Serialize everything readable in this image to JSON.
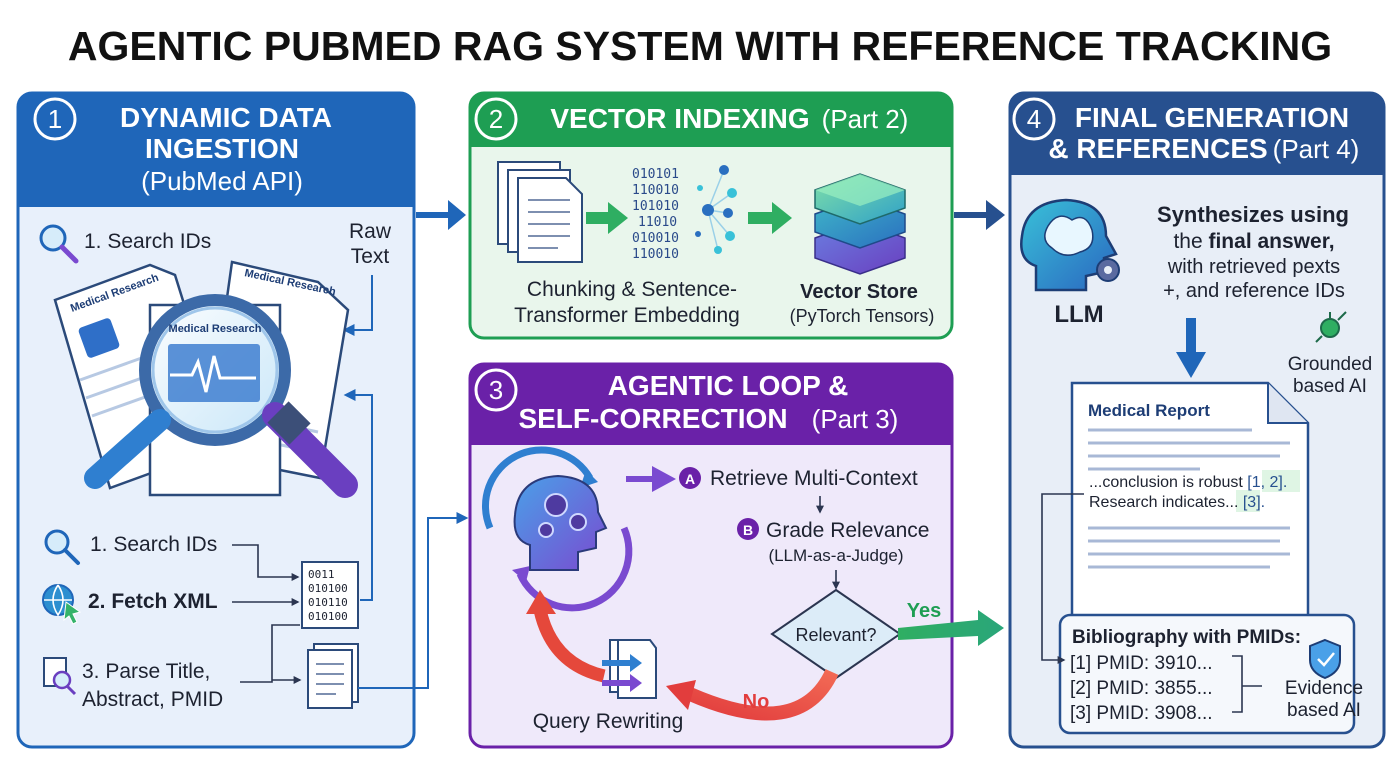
{
  "title": "AGENTIC PUBMED RAG SYSTEM WITH REFERENCE TRACKING",
  "colors": {
    "blue": "#1f66b9",
    "blue_light": "#e8f0fb",
    "green": "#1e9e53",
    "green_light": "#e9f6ec",
    "purple": "#6a21a8",
    "purple_light": "#efe9fa",
    "navy": "#27508f",
    "navy_light": "#e8eef7",
    "red_arrow": "#e5483b",
    "text_dark": "#1d2230"
  },
  "panel1": {
    "number": "1",
    "title_line1": "DYNAMIC DATA",
    "title_line2": "INGESTION",
    "subtitle": "(PubMed API)",
    "top_step": "1. Search IDs",
    "raw_text_line1": "Raw",
    "raw_text_line2": "Text",
    "doc_label": "Medical Research",
    "steps": {
      "search": "1. Search IDs",
      "fetch": "2. Fetch XML",
      "parse_line1": "3. Parse Title,",
      "parse_line2": "Abstract, PMID"
    },
    "xml_lines": [
      "0011",
      "010100",
      "010110",
      "010100"
    ]
  },
  "panel2": {
    "number": "2",
    "title": "VECTOR INDEXING",
    "title_part": "(Part 2)",
    "binary_lines": [
      "010101",
      "110010",
      "101010",
      "11010",
      "010010",
      "110010"
    ],
    "chunk_line1": "Chunking & Sentence-",
    "chunk_line2": "Transformer Embedding",
    "store_title": "Vector Store",
    "store_sub": "(PyTorch Tensors)"
  },
  "panel3": {
    "number": "3",
    "title_line1": "AGENTIC LOOP &",
    "title_line2": "SELF-CORRECTION",
    "title_part": "(Part 3)",
    "step_a_badge": "A",
    "step_a": "Retrieve Multi-Context",
    "step_b_badge": "B",
    "step_b": "Grade Relevance",
    "step_b_sub": "(LLM-as-a-Judge)",
    "decision": "Relevant?",
    "yes": "Yes",
    "no": "No",
    "rewrite": "Query Rewriting"
  },
  "panel4": {
    "number": "4",
    "title_line1": "FINAL GENERATION",
    "title_line2": "& REFERENCES",
    "title_part": "(Part 4)",
    "llm": "LLM",
    "synth_line1": "Synthesizes using",
    "synth_line2_a": "the ",
    "synth_line2_b": "final answer,",
    "synth_line3": "with retrieved pexts",
    "synth_line4": "+, and reference IDs",
    "grounded_line1": "Grounded",
    "grounded_line2": "based AI",
    "report_title": "Medical Report",
    "report_line1_a": "...conclusion is robust ",
    "report_line1_b": "[1, 2].",
    "report_line2_a": "Research indicates... ",
    "report_line2_b": "[3].",
    "biblio_title": "Bibliography with PMIDs:",
    "biblio": [
      "[1] PMID: 3910...",
      "[2] PMID: 3855...",
      "[3] PMID: 3908..."
    ],
    "evidence_line1": "Evidence",
    "evidence_line2": "based AI"
  }
}
